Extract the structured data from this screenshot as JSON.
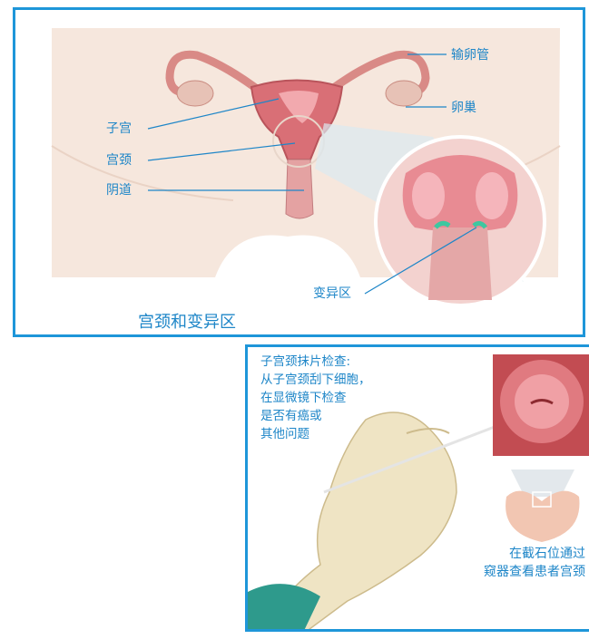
{
  "top_panel": {
    "labels": {
      "fallopian_tube": "输卵管",
      "ovary": "卵巢",
      "uterus": "子宫",
      "cervix": "宫颈",
      "vagina": "阴道",
      "transformation_zone": "变异区"
    },
    "caption": "宫颈和变异区"
  },
  "bottom_panel": {
    "smear_lines": [
      "子宫颈抹片检查:",
      "从子宫颈刮下细胞，",
      "在显微镜下检查",
      "是否有癌或",
      "其他问题"
    ],
    "view_lines": [
      "在截石位通过",
      "窥器查看患者宫颈"
    ]
  },
  "colors": {
    "accent": "#1e96d9",
    "label": "#1e86c8"
  }
}
